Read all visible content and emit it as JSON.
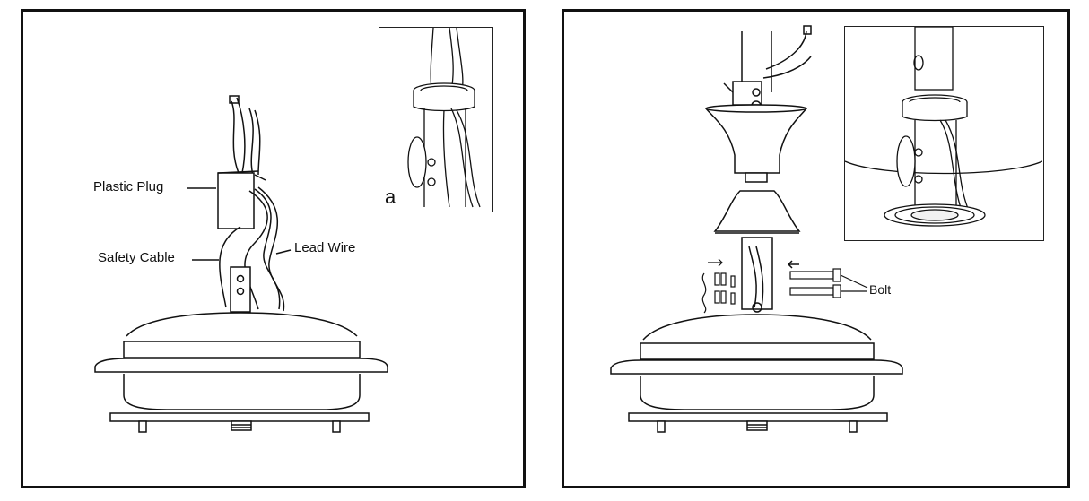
{
  "labels": {
    "plastic_plug": "Plastic Plug",
    "safety_cable": "Safety Cable",
    "lead_wire": "Lead Wire",
    "bolt": "Bolt",
    "inset_letter": "a"
  },
  "colors": {
    "line": "#111111",
    "fill": "#ffffff",
    "light_fill": "#f2f2f2"
  }
}
